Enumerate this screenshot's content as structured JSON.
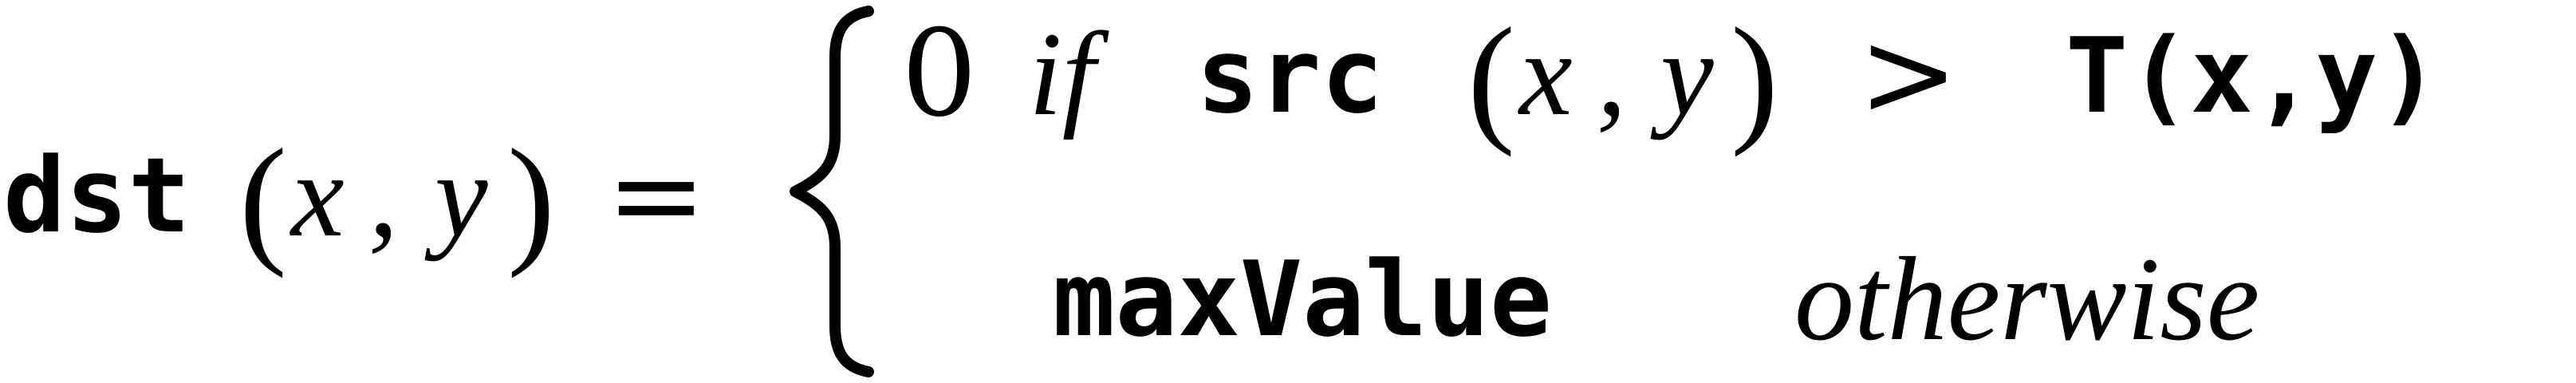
{
  "formula": {
    "lhs": {
      "func": "dst",
      "open": "(",
      "x": "x",
      "comma": ",",
      "y": "y",
      "close": ")"
    },
    "equals": "=",
    "case1": {
      "value": "0",
      "if_word": "if",
      "func": "src",
      "open": "(",
      "x": "x",
      "comma": ",",
      "y": "y",
      "close": ")",
      "op": ">",
      "threshold": "T(x,y)"
    },
    "case2": {
      "value": "maxValue",
      "otherwise": "otherwise"
    }
  }
}
